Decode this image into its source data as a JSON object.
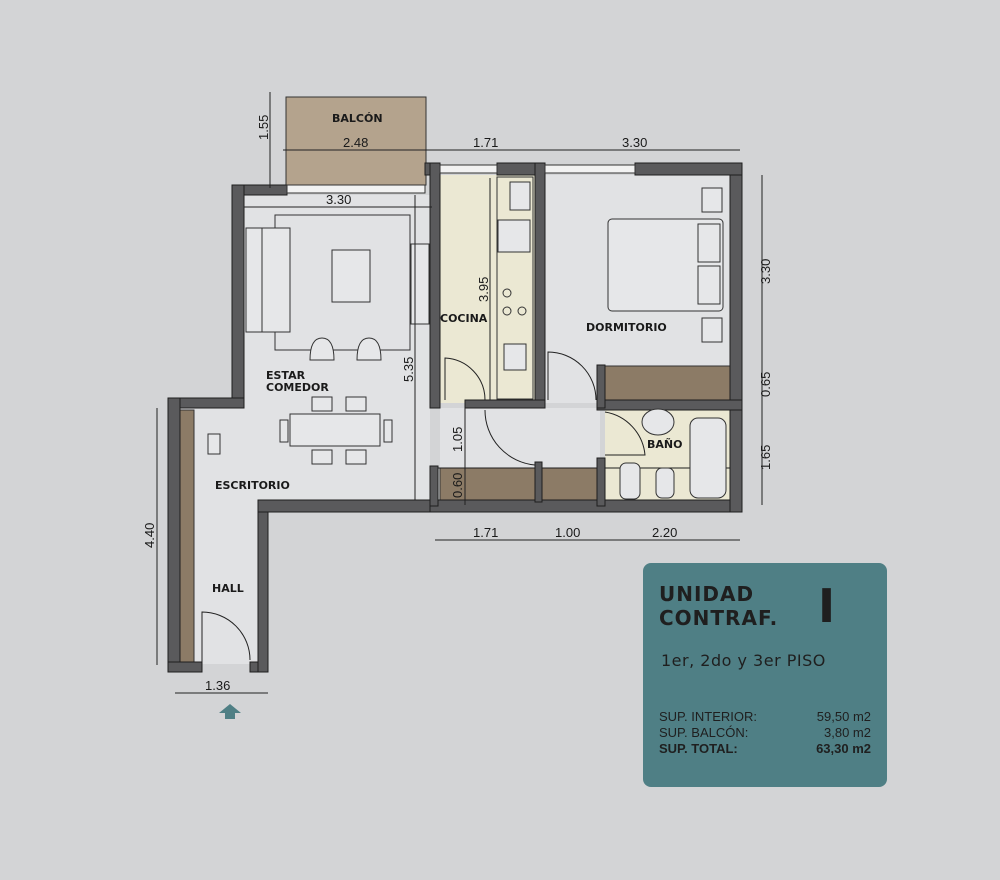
{
  "rooms": {
    "balcon": "BALCÓN",
    "estar": "ESTAR",
    "comedor": "COMEDOR",
    "cocina": "COCINA",
    "dormitorio": "DORMITORIO",
    "bano": "BAÑO",
    "escritorio": "ESCRITORIO",
    "hall": "HALL"
  },
  "dimensions": {
    "balcon_depth": "1.55",
    "balcon_width": "2.48",
    "estar_width": "3.30",
    "estar_depth": "5.35",
    "cocina_top": "1.71",
    "dorm_top": "3.30",
    "cocina_length": "3.95",
    "dorm_depth": "3.30",
    "closet_depth": "0.65",
    "bano_depth": "1.65",
    "pasillo": "1.05",
    "placard": "0.60",
    "bottom_1": "1.71",
    "bottom_2": "1.00",
    "bottom_3": "2.20",
    "hall_length": "4.40",
    "hall_width": "1.36"
  },
  "entrance_icon": "arrow-up-icon",
  "info": {
    "title_line1": "UNIDAD",
    "title_line2": "CONTRAF.",
    "unit_id": "I",
    "floors": "1er, 2do y 3er PISO",
    "rows": [
      {
        "label": "SUP. INTERIOR:",
        "value": "59,50 m2"
      },
      {
        "label": "SUP. BALCÓN:",
        "value": "3,80 m2"
      },
      {
        "label": "SUP. TOTAL:",
        "value": "63,30 m2"
      }
    ]
  },
  "colors": {
    "background": "#d3d4d6",
    "floor": "#e1e2e4",
    "wet_area": "#ebe8d3",
    "closet": "#8c7b66",
    "balcony": "#b4a38d",
    "info_box": "#4f7f85",
    "entrance_arrow": "#4f7f85"
  }
}
